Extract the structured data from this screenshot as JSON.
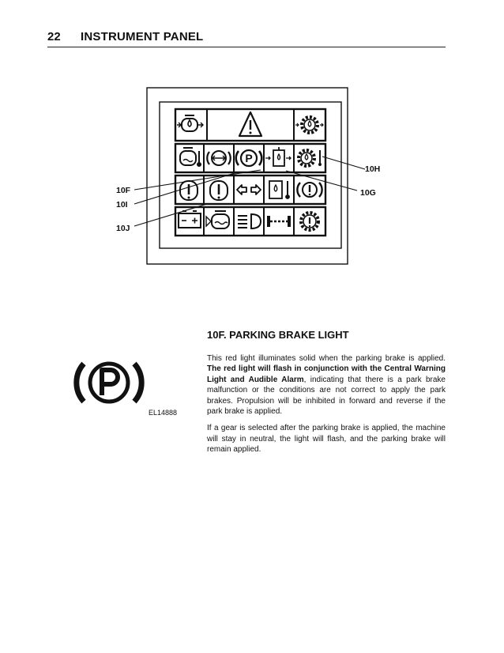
{
  "header": {
    "page_number": "22",
    "title": "INSTRUMENT PANEL"
  },
  "figure": {
    "callouts": {
      "f": "10F",
      "i": "10I",
      "j": "10J",
      "h": "10H",
      "g": "10G"
    },
    "icons": {
      "row1": [
        "engine-oil-pressure-icon",
        "warning-triangle-icon",
        "transmission-oil-pressure-icon"
      ],
      "row2": [
        "engine-coolant-temperature-icon",
        "brake-icon",
        "parking-brake-icon",
        "hydraulic-filter-icon",
        "transmission-oil-temperature-icon"
      ],
      "row3": [
        "central-warning-icon",
        "engine-warning-icon",
        "turn-signal-icon",
        "hydraulic-oil-temperature-icon",
        "service-brake-warning-icon"
      ],
      "row4": [
        "battery-icon",
        "engine-coolant-level-icon",
        "headlight-icon",
        "axle-icon",
        "transmission-warning-icon"
      ]
    }
  },
  "side_icon": {
    "name": "parking-brake-icon",
    "ref_code": "EL14888"
  },
  "section": {
    "heading": "10F. PARKING BRAKE LIGHT",
    "p1_a": "This red light illuminates solid when the parking brake is applied. ",
    "p1_b": "The red light will flash in conjunction with the Central Warning Light and Audible Alarm",
    "p1_c": ", indicating that there is a park brake malfunction or the conditions are not correct to apply the park brakes. Propulsion will be inhibited in forward and reverse if the park brake is applied.",
    "p2": "If a gear is selected after the parking brake is applied, the machine will stay in neutral, the light will flash, and the parking brake will remain applied."
  }
}
